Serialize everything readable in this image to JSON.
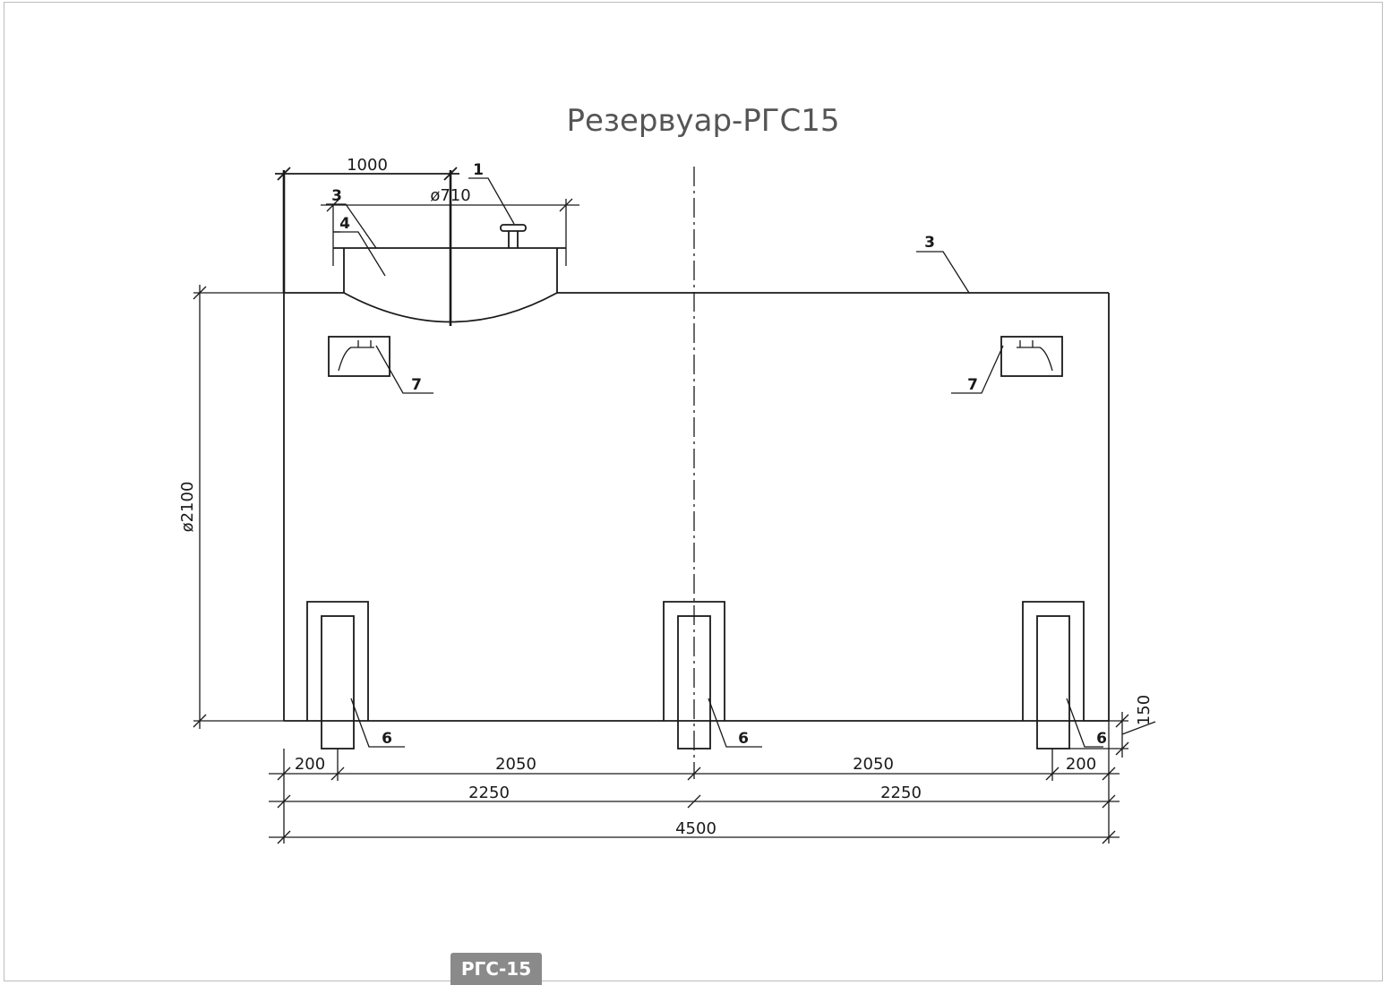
{
  "drawing": {
    "title": "Резервуар-РГС15",
    "tag": "РГС-15",
    "dimensions": {
      "hatch_offset": "1000",
      "hatch_diameter": "ø710",
      "tank_diameter": "ø2100",
      "support_height": "150",
      "left_edge": "200",
      "span_left": "2050",
      "span_right": "2050",
      "right_edge": "200",
      "half_left": "2250",
      "half_right": "2250",
      "overall": "4500"
    },
    "callouts": {
      "c1": "1",
      "c3_hatch": "3",
      "c4": "4",
      "c3_tank": "3",
      "c7_left": "7",
      "c7_right": "7",
      "c6_left": "6",
      "c6_mid": "6",
      "c6_right": "6"
    }
  }
}
